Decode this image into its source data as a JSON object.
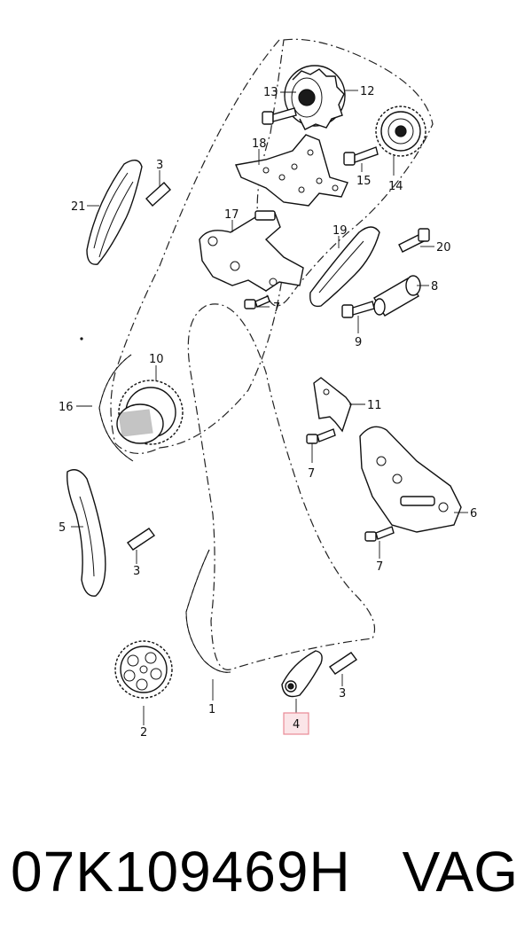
{
  "footer": {
    "part_number": "07K109469H",
    "brand": "VAG"
  },
  "callouts": {
    "c1": "1",
    "c2": "2",
    "c3a": "3",
    "c3b": "3",
    "c3c": "3",
    "c4": "4",
    "c5": "5",
    "c6": "6",
    "c7a": "7",
    "c7b": "7",
    "c7c": "7",
    "c8": "8",
    "c9": "9",
    "c10": "10",
    "c11": "11",
    "c12": "12",
    "c13": "13",
    "c14": "14",
    "c15": "15",
    "c16": "16",
    "c17": "17",
    "c18": "18",
    "c19": "19",
    "c20": "20",
    "c21": "21"
  },
  "highlight": {
    "callout": "4",
    "color": "#e88a96"
  }
}
